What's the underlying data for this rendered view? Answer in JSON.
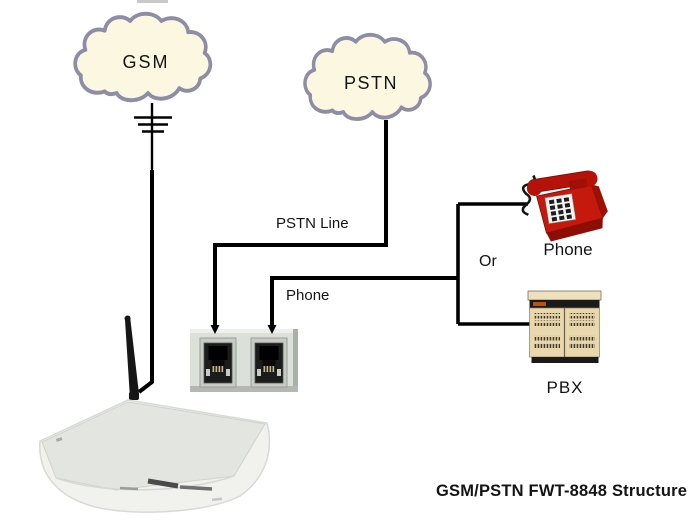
{
  "title": "GSM/PSTN FWT-8848 Structure",
  "clouds": {
    "gsm": "GSM",
    "pstn": "PSTN"
  },
  "wire_labels": {
    "pstn_line": "PSTN Line",
    "phone": "Phone",
    "or": "Or"
  },
  "device_labels": {
    "phone": "Phone",
    "pbx": "PBX"
  },
  "icons": {
    "gsm_cloud": "network-cloud",
    "pstn_cloud": "network-cloud",
    "antenna_feed": "ground-tick-symbol",
    "red_phone": "desk-telephone-illustration",
    "pbx_cabinet": "pbx-cabinet-illustration",
    "wall_plate": "dual-rj11-wall-socket",
    "fwt_device": "fwt-terminal-with-antenna"
  },
  "colors": {
    "line": "#000000",
    "cloud_fill": "#fbf7e0",
    "cloud_stroke": "#8d8da6",
    "phone_red": "#c4190c",
    "pbx_tan": "#e9d7ae",
    "plate_gray": "#dbe0d9",
    "device_white": "#f1f1ee",
    "text": "#141414"
  }
}
